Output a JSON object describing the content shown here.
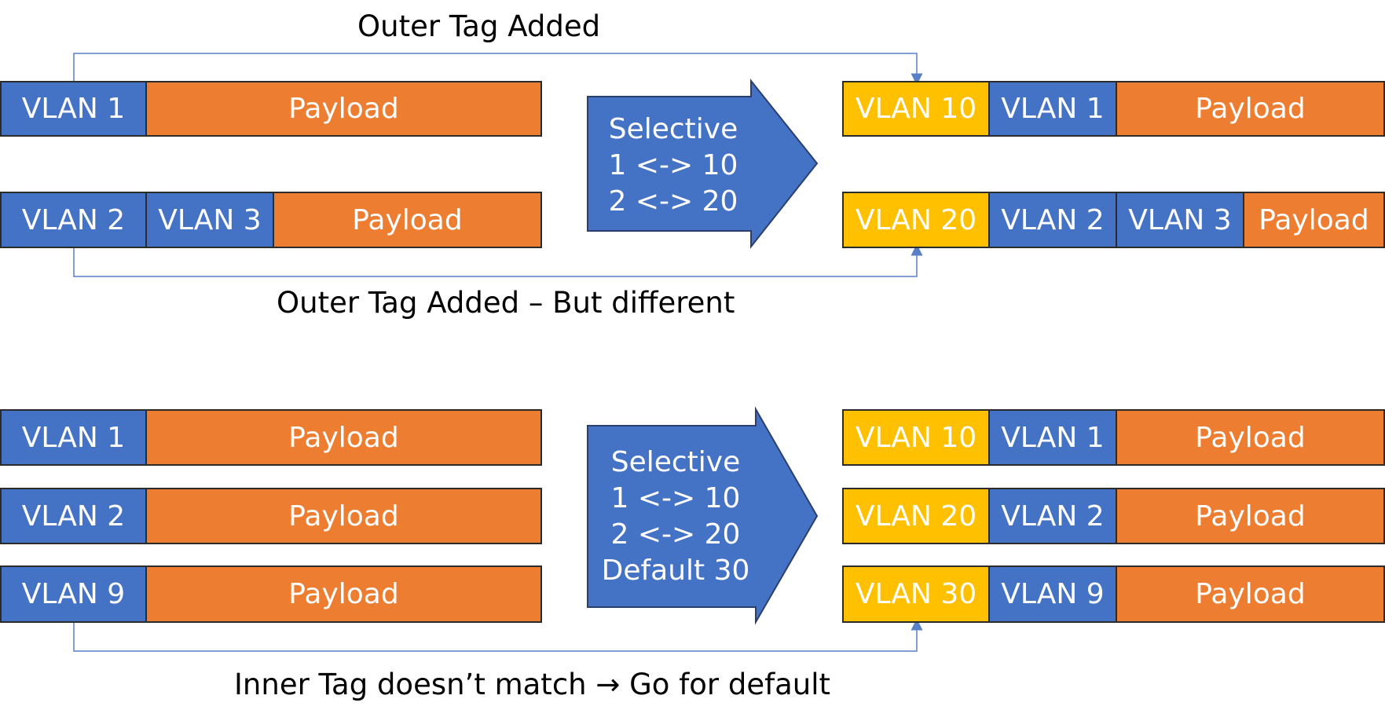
{
  "captions": {
    "outer_tag_added": "Outer Tag Added",
    "outer_tag_added_different": "Outer Tag Added – But different",
    "inner_tag_default": "Inner Tag doesn’t match → Go for default"
  },
  "top_section": {
    "input_frames": [
      {
        "tags": [
          "VLAN 1"
        ],
        "payload": "Payload"
      },
      {
        "tags": [
          "VLAN 2",
          "VLAN 3"
        ],
        "payload": "Payload"
      }
    ],
    "mapping": {
      "title": "Selective",
      "rules": [
        "1 <-> 10",
        "2 <-> 20"
      ]
    },
    "output_frames": [
      {
        "outer_tag": "VLAN 10",
        "tags": [
          "VLAN 1"
        ],
        "payload": "Payload"
      },
      {
        "outer_tag": "VLAN 20",
        "tags": [
          "VLAN 2",
          "VLAN 3"
        ],
        "payload": "Payload"
      }
    ]
  },
  "bottom_section": {
    "input_frames": [
      {
        "tags": [
          "VLAN 1"
        ],
        "payload": "Payload"
      },
      {
        "tags": [
          "VLAN 2"
        ],
        "payload": "Payload"
      },
      {
        "tags": [
          "VLAN 9"
        ],
        "payload": "Payload"
      }
    ],
    "mapping": {
      "title": "Selective",
      "rules": [
        "1 <-> 10",
        "2 <-> 20"
      ],
      "default": "Default 30"
    },
    "output_frames": [
      {
        "outer_tag": "VLAN 10",
        "tags": [
          "VLAN 1"
        ],
        "payload": "Payload"
      },
      {
        "outer_tag": "VLAN 20",
        "tags": [
          "VLAN 2"
        ],
        "payload": "Payload"
      },
      {
        "outer_tag": "VLAN 30",
        "tags": [
          "VLAN 9"
        ],
        "payload": "Payload"
      }
    ]
  },
  "colors": {
    "inner_tag": "#4472c4",
    "outer_tag": "#ffc000",
    "payload": "#ed7d31",
    "connector": "#5b7fc7"
  }
}
